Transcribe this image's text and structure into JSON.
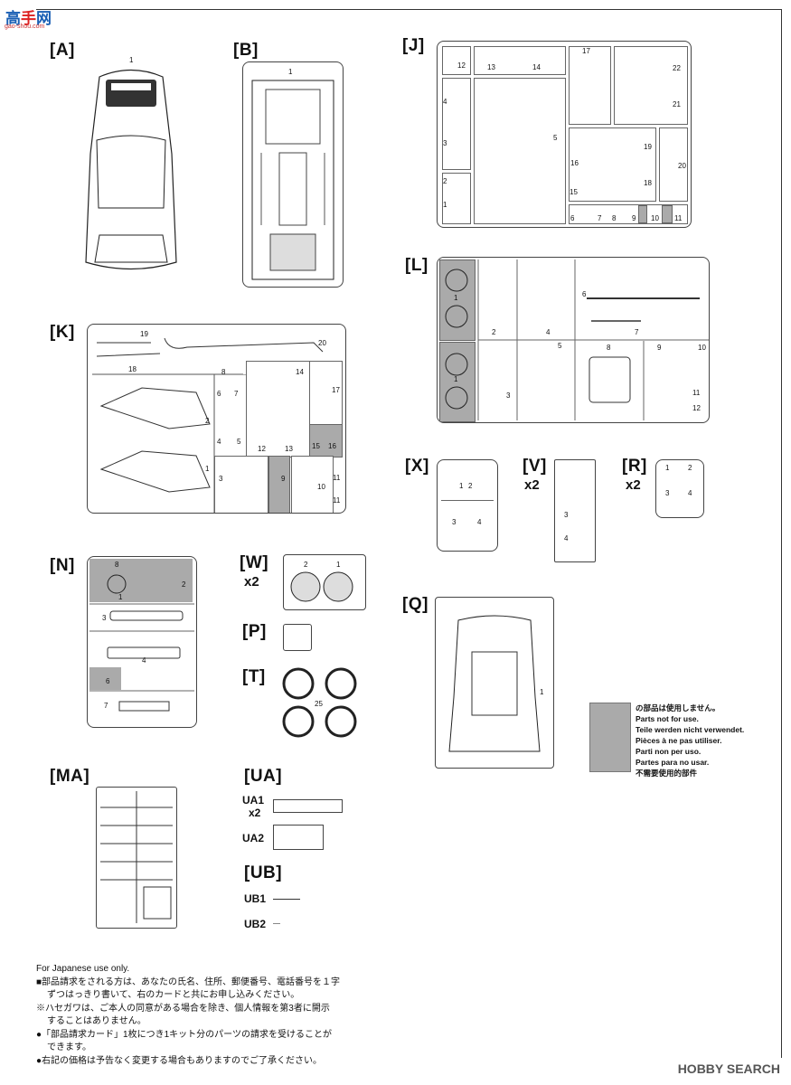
{
  "site_logo": {
    "text1": "高",
    "text2": "手",
    "text3": "网",
    "sub": "gao-shou.com"
  },
  "sections": {
    "A": "[A]",
    "B": "[B]",
    "J": "[J]",
    "K": "[K]",
    "L": "[L]",
    "X": "[X]",
    "V": "[V]",
    "R": "[R]",
    "N": "[N]",
    "W": "[W]",
    "P": "[P]",
    "T": "[T]",
    "Q": "[Q]",
    "MA": "[MA]",
    "UA": "[UA]",
    "UB": "[UB]"
  },
  "multipliers": {
    "V": "x2",
    "R": "x2",
    "W": "x2",
    "UA1": "x2"
  },
  "parts": {
    "A": [
      "1"
    ],
    "B": [
      "1"
    ],
    "J": [
      "12",
      "13",
      "14",
      "17",
      "22",
      "4",
      "3",
      "5",
      "21",
      "16",
      "19",
      "20",
      "2",
      "1",
      "15",
      "18",
      "6",
      "7",
      "8",
      "9",
      "10",
      "11"
    ],
    "K": [
      "19",
      "20",
      "18",
      "8",
      "14",
      "6",
      "7",
      "17",
      "2",
      "4",
      "5",
      "12",
      "13",
      "15",
      "16",
      "1",
      "3",
      "9",
      "10",
      "11",
      "11"
    ],
    "L": [
      "1",
      "2",
      "4",
      "6",
      "7",
      "1",
      "5",
      "8",
      "9",
      "10",
      "3",
      "11",
      "12"
    ],
    "X": [
      "1",
      "2",
      "3",
      "4"
    ],
    "V": [
      "3",
      "4"
    ],
    "R": [
      "1",
      "2",
      "3",
      "4"
    ],
    "N": [
      "8",
      "2",
      "1",
      "3",
      "4",
      "6",
      "7"
    ],
    "W": [
      "2",
      "1"
    ],
    "T": [
      "25"
    ],
    "Q": [
      "1"
    ]
  },
  "ua_labels": {
    "ua1": "UA1",
    "ua2": "UA2"
  },
  "ub_labels": {
    "ub1": "UB1",
    "ub2": "UB2"
  },
  "notice": {
    "ja": "の部品は使用しません。",
    "en": "Parts not for use.",
    "de": "Teile werden nicht verwendet.",
    "fr": "Pièces à ne pas utiliser.",
    "it": "Parti non per uso.",
    "es": "Partes para no usar.",
    "zh": "不需要使用的部件"
  },
  "footer": {
    "line0": "For Japanese use only.",
    "line1": "■部品請求をされる方は、あなたの氏名、住所、郵便番号、電話番号を１字",
    "line2": "ずつはっきり書いて、右のカードと共にお申し込みください。",
    "line3": "※ハセガワは、ご本人の同意がある場合を除き、個人情報を第3者に開示",
    "line4": "することはありません。",
    "line5": "●「部品請求カード」1枚につき1キット分のパーツの請求を受けることが",
    "line6": "できます。",
    "line7": "●右記の価格は予告なく変更する場合もありますのでご了承ください。"
  },
  "watermark": "HOBBY SEARCH",
  "colors": {
    "gray": "#aaaaaa",
    "line": "#444444",
    "logo_blue": "#1a5fb4",
    "logo_red": "#dd2222"
  }
}
